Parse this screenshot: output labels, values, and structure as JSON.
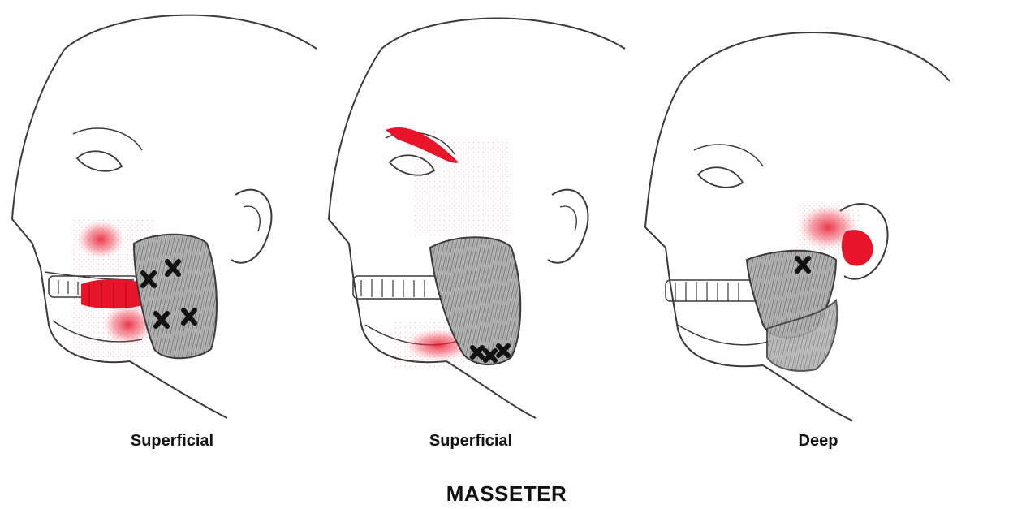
{
  "title": "MASSETER",
  "panels": [
    {
      "caption": "Superficial"
    },
    {
      "caption": "Superficial"
    },
    {
      "caption": "Deep"
    }
  ],
  "colors": {
    "pain_referral": "#e8142a",
    "line": "#3a3a3a",
    "muscle": "#9a9a9a",
    "trigger_point": "#111111"
  },
  "icons": [
    "trigger-point-x-icon"
  ]
}
